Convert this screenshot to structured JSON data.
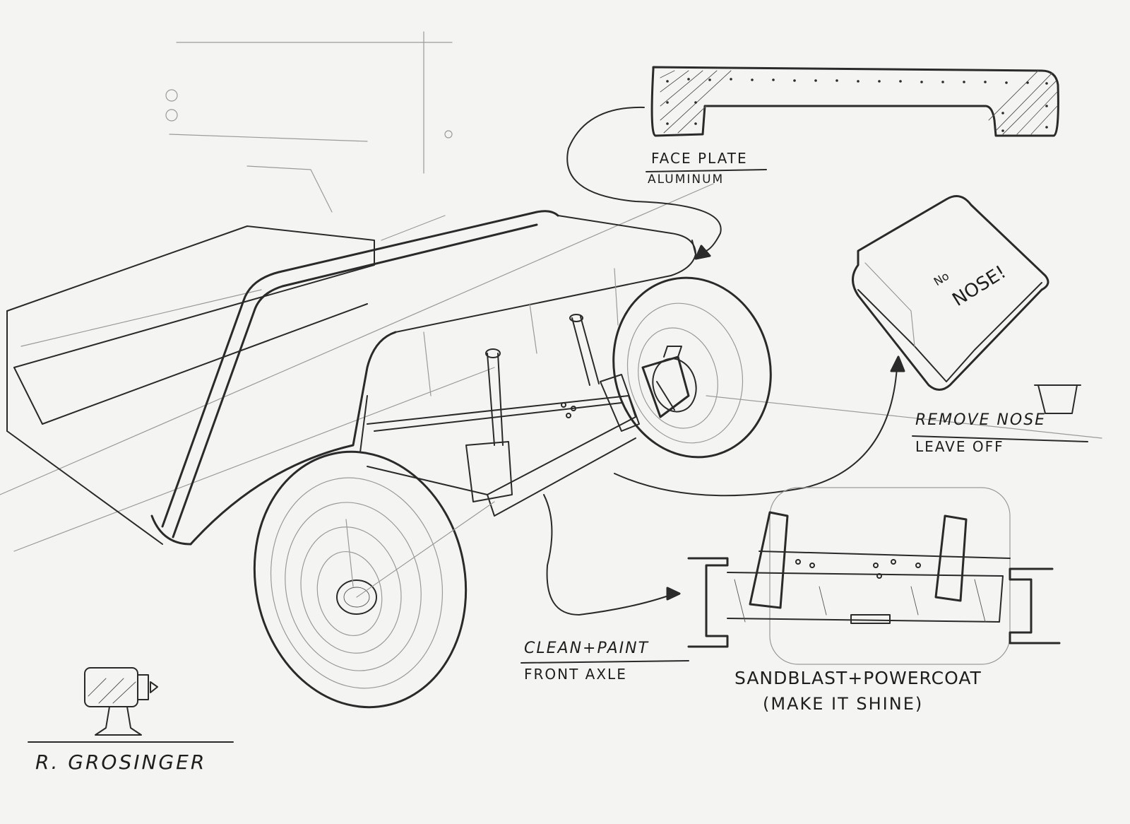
{
  "callouts": {
    "face_plate": {
      "line1": "FACE PLATE",
      "line2": "ALUMINUM"
    },
    "remove_nose": {
      "line1": "REMOVE NOSE",
      "line2": "LEAVE OFF"
    },
    "front_axle": {
      "line1": "CLEAN+PAINT",
      "line2": "FRONT AXLE"
    },
    "sandblast": {
      "line1": "SANDBLAST+POWERCOAT",
      "line2": "(MAKE IT SHINE)"
    }
  },
  "nose_piece": {
    "line1": "No",
    "line2": "NOSE!"
  },
  "signature": "R. GROSINGER",
  "colors": {
    "paper": "#f4f4f2",
    "pencil": "#2a2a2a"
  }
}
